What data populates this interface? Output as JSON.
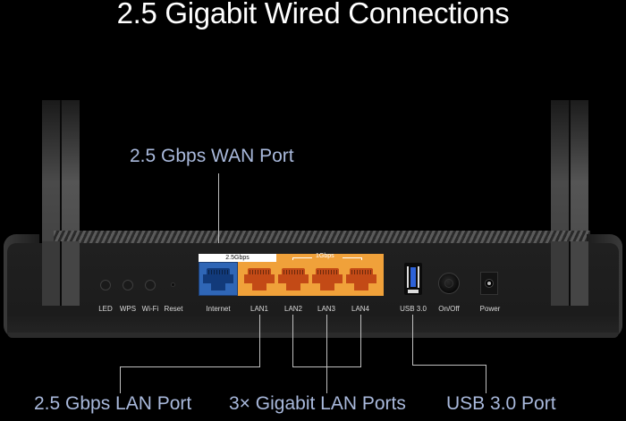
{
  "title": "2.5 Gigabit Wired Connections",
  "callouts": {
    "wan": "2.5 Gbps WAN Port",
    "lan25": "2.5 Gbps LAN Port",
    "gigabit_lan": "3× Gigabit LAN Ports",
    "usb": "USB 3.0 Port"
  },
  "router": {
    "buttons": [
      {
        "label": "LED"
      },
      {
        "label": "WPS"
      },
      {
        "label": "Wi-Fi"
      },
      {
        "label": "Reset"
      }
    ],
    "ports": [
      {
        "label": "Internet",
        "color": "#2f66b6"
      },
      {
        "label": "LAN1",
        "color": "#f0a13a"
      },
      {
        "label": "LAN2",
        "color": "#f0a13a"
      },
      {
        "label": "LAN3",
        "color": "#f0a13a"
      },
      {
        "label": "LAN4",
        "color": "#f0a13a"
      }
    ],
    "speed_labels": {
      "fast": "2.5Gbps",
      "gigabit": "1Gbps"
    },
    "usb_label": "USB 3.0",
    "onoff_label": "On/Off",
    "power_label": "Power"
  },
  "colors": {
    "background": "#000000",
    "callout_text": "#a9b9dc",
    "wan_port": "#2f66b6",
    "lan_port": "#f0a13a",
    "usb_blue": "#2d62d8"
  }
}
